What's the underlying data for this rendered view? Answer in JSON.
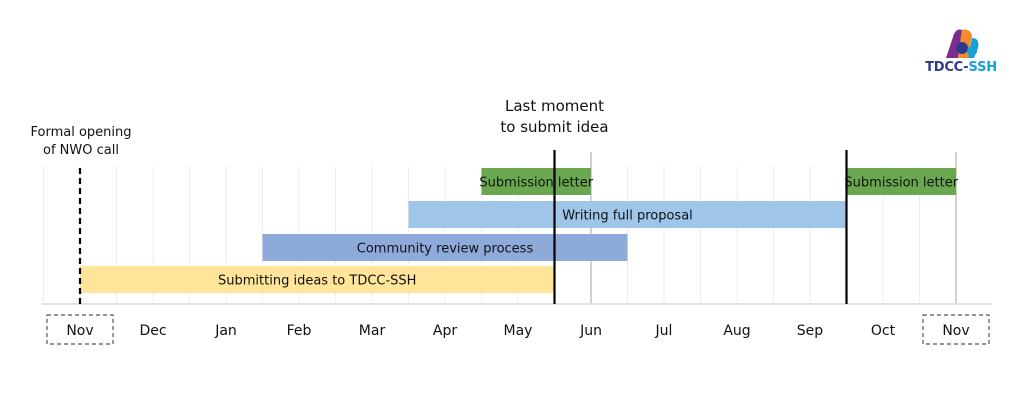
{
  "chart_data": {
    "type": "gantt",
    "months": [
      "Nov",
      "Dec",
      "Jan",
      "Feb",
      "Mar",
      "Apr",
      "May",
      "Jun",
      "Jul",
      "Aug",
      "Sep",
      "Oct",
      "Nov"
    ],
    "boxed_months": [
      0,
      12
    ],
    "grid": true,
    "tasks": [
      {
        "label": "Submission letter",
        "start": 5.5,
        "end": 7.0,
        "lane": 3,
        "color": "#6aa84f"
      },
      {
        "label": "Submission letter",
        "start": 10.5,
        "end": 12.0,
        "lane": 3,
        "color": "#6aa84f"
      },
      {
        "label": "Writing full proposal",
        "start": 4.5,
        "end": 10.5,
        "lane": 2,
        "color": "#9fc5e8"
      },
      {
        "label": "Community review process",
        "start": 2.5,
        "end": 7.5,
        "lane": 1,
        "color": "#8eaadb"
      },
      {
        "label": "Submitting ideas to TDCC-SSH",
        "start": 0.0,
        "end": 6.5,
        "lane": 0,
        "color": "#ffe599"
      }
    ],
    "markers": [
      {
        "label": "Formal opening of NWO call",
        "lines": [
          "Formal opening",
          "of NWO call"
        ],
        "at": 0.0,
        "style": "dashed"
      },
      {
        "label": "Last moment to submit idea",
        "lines": [
          "Last moment",
          "to submit idea"
        ],
        "at": 6.5,
        "style": "solid"
      },
      {
        "label": "",
        "lines": [],
        "at": 10.5,
        "style": "solid"
      }
    ],
    "grey_lines": [
      7.0,
      12.0
    ]
  },
  "logo": {
    "text_a": "TDCC-",
    "text_b": "SSH"
  }
}
